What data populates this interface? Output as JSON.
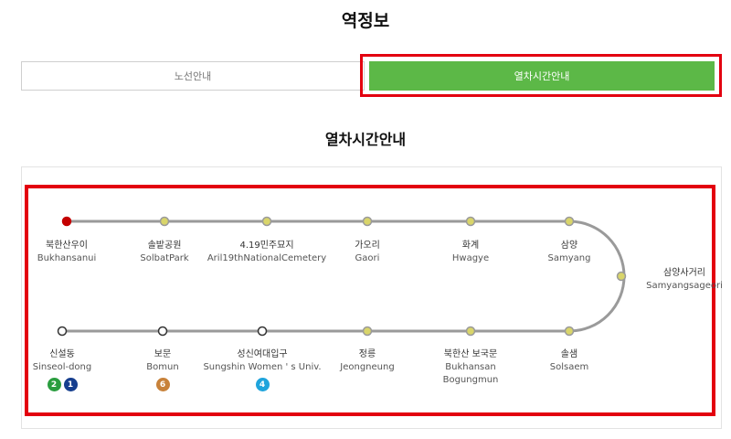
{
  "page_title": "역정보",
  "tabs": [
    {
      "label": "노선안내",
      "active": false
    },
    {
      "label": "열차시간안내",
      "active": true
    }
  ],
  "section_title": "열차시간안내",
  "colors": {
    "accent_green": "#5cb847",
    "highlight_red": "#e3000f",
    "line_gray": "#9a9a9a",
    "station_yellow": "#d9d56a",
    "current_station_red": "#c40000",
    "line2": "#2a9d3f",
    "line1": "#163e8e",
    "line6": "#c8823a",
    "line4": "#1fa4dc"
  },
  "top_row": [
    {
      "kr": "북한산우이",
      "en": "Bukhansanui",
      "marker": "current"
    },
    {
      "kr": "솔밭공원",
      "en": "SolbatPark",
      "marker": "normal"
    },
    {
      "kr": "4.19민주묘지",
      "en": "Aril19thNationalCemetery",
      "marker": "normal"
    },
    {
      "kr": "가오리",
      "en": "Gaori",
      "marker": "normal"
    },
    {
      "kr": "화계",
      "en": "Hwagye",
      "marker": "normal"
    },
    {
      "kr": "삼양",
      "en": "Samyang",
      "marker": "normal"
    }
  ],
  "turn_station": {
    "kr": "삼양사거리",
    "en": "Samyangsageori",
    "marker": "normal"
  },
  "bottom_row": [
    {
      "kr": "신설동",
      "en": "Sinseol-dong",
      "en2": "",
      "marker": "transfer",
      "transfers": [
        {
          "num": "2",
          "color": "#2a9d3f"
        },
        {
          "num": "1",
          "color": "#163e8e"
        }
      ]
    },
    {
      "kr": "보문",
      "en": "Bomun",
      "en2": "",
      "marker": "transfer",
      "transfers": [
        {
          "num": "6",
          "color": "#c8823a"
        }
      ]
    },
    {
      "kr": "성신여대입구",
      "en": "Sungshin Women ' s Univ.",
      "en2": "",
      "marker": "transfer",
      "transfers": [
        {
          "num": "4",
          "color": "#1fa4dc"
        }
      ]
    },
    {
      "kr": "정릉",
      "en": "Jeongneung",
      "en2": "",
      "marker": "normal",
      "transfers": []
    },
    {
      "kr": "북한산 보국문",
      "en": "Bukhansan",
      "en2": "Bogungmun",
      "marker": "normal",
      "transfers": []
    },
    {
      "kr": "솔샘",
      "en": "Solsaem",
      "en2": "",
      "marker": "normal",
      "transfers": []
    }
  ]
}
